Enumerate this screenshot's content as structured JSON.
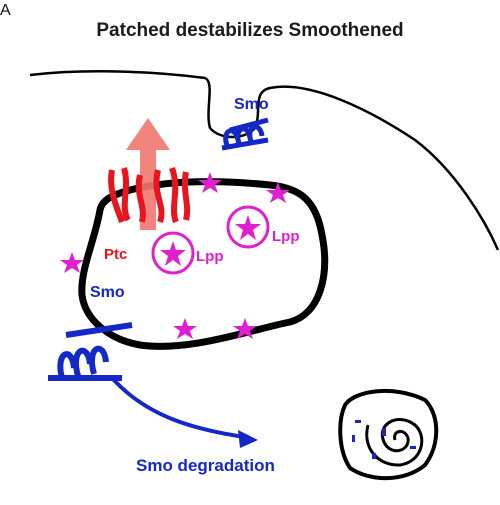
{
  "panel_label": "A",
  "title": "Patched destabilizes Smoothened",
  "labels": {
    "smo_top": "Smo",
    "smo_bottom": "Smo",
    "ptc": "Ptc",
    "lpp_left": "Lpp",
    "lpp_right": "Lpp",
    "degradation": "Smo degradation"
  },
  "colors": {
    "membrane": "#000000",
    "smo": "#1428c8",
    "ptc": "#e8141e",
    "ptc_arrow": "#f07870",
    "lpp": "#e020d0",
    "degradation_arrow": "#1428c8"
  }
}
